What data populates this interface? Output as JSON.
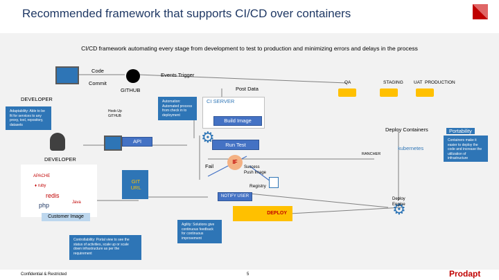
{
  "title": "Recommended framework that supports CI/CD over containers",
  "subtitle": "CI/CD framework automating every stage from development to test to production and minimizing errors and delays in the process",
  "labels": {
    "code": "Code",
    "commit": "Commit",
    "events_trigger": "Events Trigger",
    "github": "GITHUB",
    "post_data": "Post Data",
    "developer_top": "DEVELOPER",
    "developer_bottom": "DEVELOPER",
    "hook_up": "Hook-Up GITHUB",
    "ci_server": "CI SERVER",
    "build_image": "Build Image",
    "run_test": "Run Test",
    "api": "API",
    "fail": "Fail",
    "if": "IF",
    "success": "Success Push Image",
    "registry": "Registry",
    "notify_user": "NOTIFY USER",
    "git_url": "GIT URL",
    "customer_image": "Customer Image",
    "deploy_engine": "Deploy Engine",
    "deploy": "DEPLOY",
    "qa": "QA",
    "staging": "STAGING",
    "uat": "UAT",
    "production": "PRODUCTION",
    "deploy_containers": "Deploy Containers",
    "portability": "Portability",
    "rancher": "RANCHER",
    "kubernetes": "kubernetes"
  },
  "callouts": {
    "adaptability": "Adaptability: Able to be fit for services to any proxy, tool, repository, datasets",
    "automation": "Automation: Automated process from check in to deployment",
    "portability": "Containers make it easier to deploy the code and increase the utilization of infrastructure",
    "agility": "Agility: Solutions give continuous feedback for continuous improvement",
    "controllability": "Controllability: Portal view to see the status of activities, scale up or scale down infrastructure as per the requirement"
  },
  "footer": {
    "confidential": "Confidential & Restricted",
    "page": "5",
    "brand": "Prodapt"
  },
  "colors": {
    "title": "#1f3864",
    "accent_blue": "#4472c4",
    "callout_blue": "#2e75b6",
    "deploy_orange": "#ffc000",
    "if_orange": "#f4b183",
    "brand_red": "#c00000"
  }
}
